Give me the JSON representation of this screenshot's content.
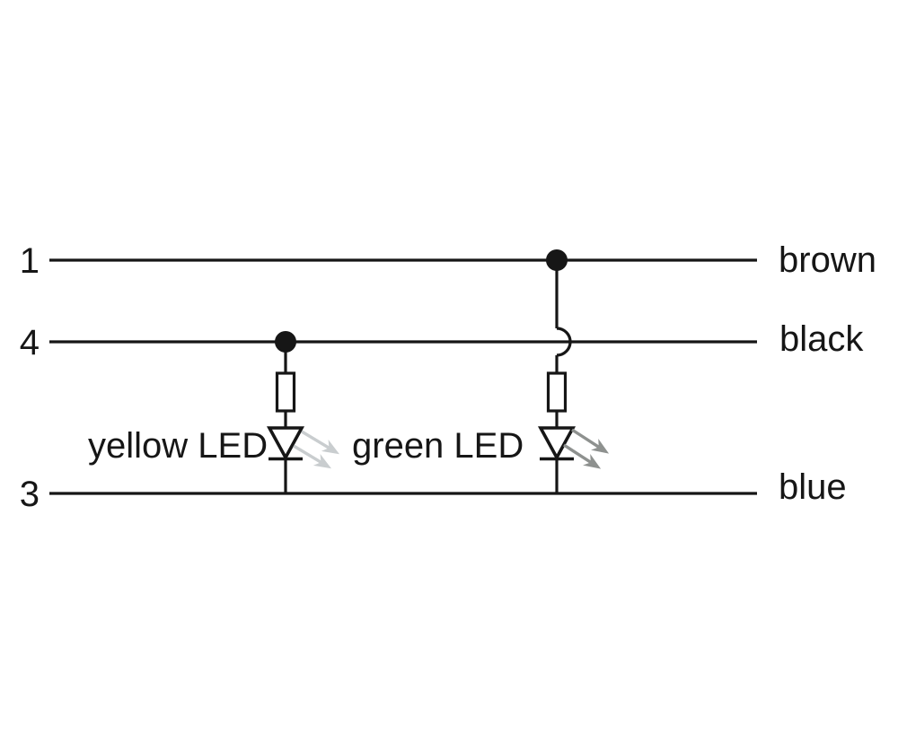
{
  "diagram": {
    "type": "led-wiring-schematic",
    "pins": [
      {
        "number": "1",
        "wire_color_label": "brown"
      },
      {
        "number": "4",
        "wire_color_label": "black"
      },
      {
        "number": "3",
        "wire_color_label": "blue"
      }
    ],
    "leds": [
      {
        "label": "yellow LED",
        "arrow_color": "#c9cdcf"
      },
      {
        "label": "green LED",
        "arrow_color": "#8e918f"
      }
    ],
    "colors": {
      "line": "#161616",
      "background": "#ffffff"
    }
  }
}
